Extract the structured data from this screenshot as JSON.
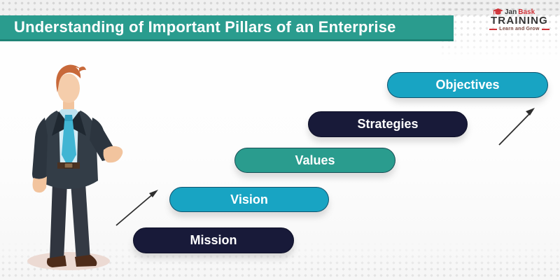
{
  "header": {
    "title": "Understanding of Important Pillars of an Enterprise"
  },
  "logo": {
    "name_part1": "Jan",
    "name_part2": "Bask",
    "word": "TRAINING",
    "tagline": "Learn and Grow",
    "icon": "graduation-cap-icon",
    "accent_color": "#cf3339"
  },
  "diagram": {
    "kind": "ascending-step-pills",
    "steps": [
      {
        "label": "Mission",
        "color": "#181a39"
      },
      {
        "label": "Vision",
        "color": "#18a4c3"
      },
      {
        "label": "Values",
        "color": "#2a9c8e"
      },
      {
        "label": "Strategies",
        "color": "#181a39"
      },
      {
        "label": "Objectives",
        "color": "#18a4c3"
      }
    ],
    "arrows": [
      {
        "name": "arrow-mission-to-vision"
      },
      {
        "name": "arrow-strategies-to-objectives"
      }
    ]
  },
  "illustration": {
    "name": "businessman-presenting",
    "description": "Flat illustration of a red-haired businessman in a dark suit, light-blue shirt and teal tie gesturing toward the ascending steps"
  },
  "colors": {
    "banner": "#2a9c8e",
    "banner_edge": "#1f8376",
    "navy_pill": "#181a39",
    "cyan_pill": "#18a4c3",
    "teal_pill": "#2a9c8e",
    "arrow": "#2e2e2e",
    "background": "#ffffff"
  }
}
